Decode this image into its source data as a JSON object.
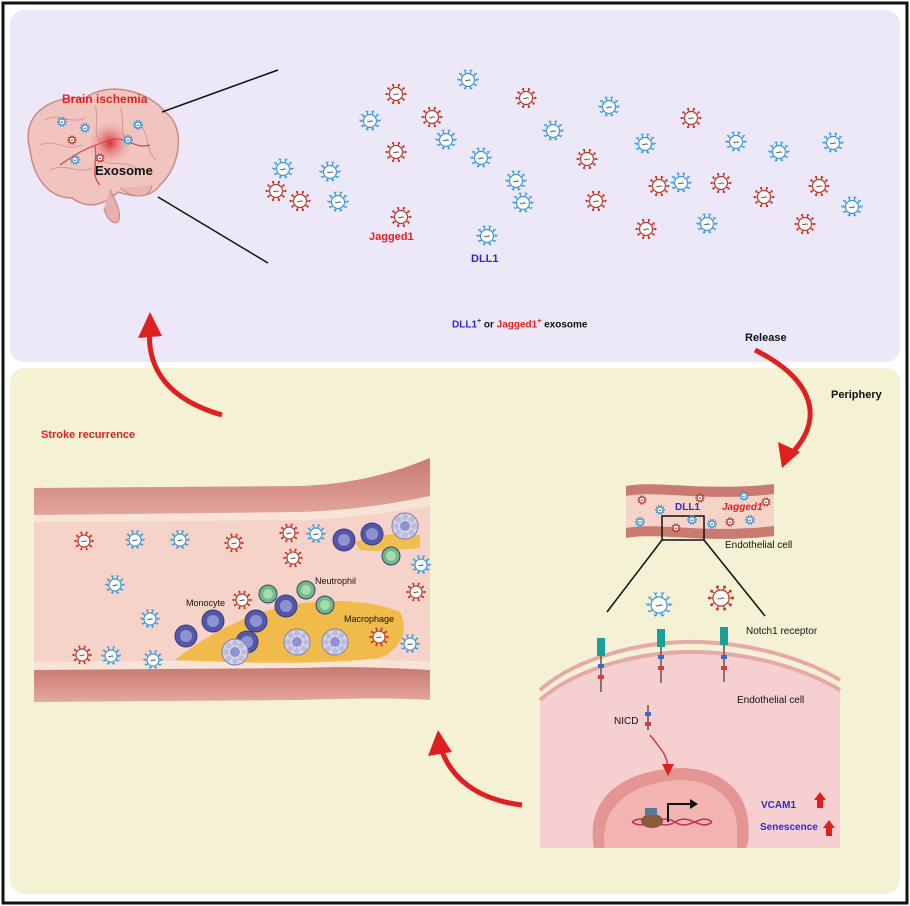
{
  "labels": {
    "brain_ischemia": "Brain ischemia",
    "exosome": "Exosome",
    "jagged1": "Jagged1",
    "dll1": "DLL1",
    "legend_dll1": "DLL1",
    "legend_sup1": "+",
    "legend_or": " or ",
    "legend_jagged1": "Jagged1",
    "legend_sup2": "+",
    "legend_exosome": " exosome",
    "release": "Release",
    "periphery": "Periphery",
    "stroke_recurrence": "Stroke recurrence",
    "neutrophil": "Neutrophil",
    "monocyte": "Monocyte",
    "macrophage": "Macrophage",
    "vessel_dll1": "DLL1",
    "vessel_jagged1": "Jagged1",
    "endothelial_cell_1": "Endothelial cell",
    "notch1_receptor": "Notch1 receptor",
    "endothelial_cell_2": "Endothelial cell",
    "nicd": "NICD",
    "vcam1": "VCAM1",
    "senescence": "Senescence"
  },
  "colors": {
    "jagged_exosome": "#c0392b",
    "dll1_exosome": "#3a9ad9",
    "upper_panel": "#ece8f7",
    "lower_panel": "#f4f1d4",
    "arrow": "#e02020",
    "monocyte": "#5458a8",
    "neutrophil": "#6dbb7e",
    "macrophage": "#f0b83c"
  }
}
